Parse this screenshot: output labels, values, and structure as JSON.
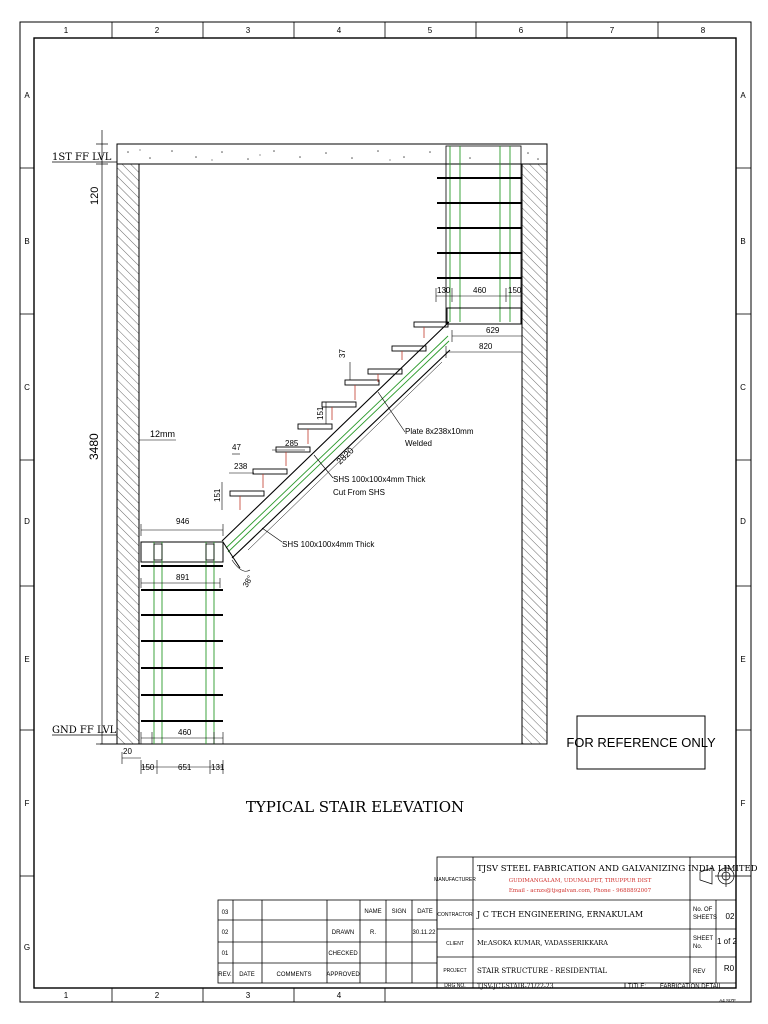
{
  "frame": {
    "columns": [
      "1",
      "2",
      "3",
      "4",
      "5",
      "6",
      "7",
      "8"
    ],
    "rows": [
      "A",
      "B",
      "C",
      "D",
      "E",
      "F",
      "G"
    ]
  },
  "levels": {
    "first_ff": "1ST FF LVL",
    "ground_ff": "GND FF LVL"
  },
  "dimensions": {
    "slab_thickness": "120",
    "height_total": "3480",
    "wall_gap": "12mm",
    "top_landing_left": "130",
    "top_landing_mid": "460",
    "top_landing_right": "150",
    "top_landing_629": "629",
    "top_landing_820": "820",
    "riser_37": "37",
    "riser_151_upper": "151",
    "riser_151_lower": "151",
    "tread_47": "47",
    "tread_238": "238",
    "tread_285": "285",
    "stringer_length": "2820",
    "bottom_landing_946": "946",
    "bottom_landing_891": "891",
    "angle": "38°",
    "bottom_460": "460",
    "bottom_20": "20",
    "bottom_150": "150",
    "bottom_651": "651",
    "bottom_131": "131"
  },
  "notes": {
    "plate_line1": "Plate 8x238x10mm",
    "plate_line2": "Welded",
    "shs_cut_line1": "SHS 100x100x4mm Thick",
    "shs_cut_line2": "Cut From SHS",
    "shs_main": "SHS 100x100x4mm Thick"
  },
  "stamp": "FOR REFERENCE ONLY",
  "drawing_title": "TYPICAL STAIR ELEVATION",
  "title_block": {
    "manufacturer_label": "MANUFACTURER",
    "company_name": "TJSV STEEL FABRICATION AND GALVANIZING INDIA LIMITED",
    "company_address": "GUDIMANGALAM, UDUMALPET, TIRUPPUR DIST",
    "company_contact": "Email - acnzs@tjsgalvan.com, Phone - 9688892007",
    "contractor_label": "CONTRACTOR",
    "contractor_value": "J C TECH ENGINEERING, ERNAKULAM",
    "client_label": "CLIENT",
    "client_value": "Mr.ASOKA KUMAR, VADASSERIKKARA",
    "project_label": "PROJECT",
    "project_value": "STAIR STRUCTURE - RESIDENTIAL",
    "dwg_label": "DRG NO.",
    "dwg_value": "TJSV-JCT-STAIR-71/22-23",
    "title_label": "TITLE:",
    "title_value": "FABRICATION DETAIL",
    "no_of_sheets_label_1": "No. OF",
    "no_of_sheets_label_2": "SHEETS",
    "no_of_sheets_value": "02",
    "sheet_label_1": "SHEET",
    "sheet_label_2": "No.",
    "sheet_value": "1 of 2",
    "rev_label": "REV",
    "rev_value": "R0",
    "a4_label": "A4 SIZE"
  },
  "revision_table": {
    "rows": [
      "03",
      "02",
      "01"
    ],
    "headers": {
      "rev": "REV.",
      "date": "DATE",
      "comments": "COMMENTS",
      "approved": "APPROVED",
      "name": "NAME",
      "sign": "SIGN",
      "date2": "DATE"
    },
    "drawn_label": "DRAWN",
    "checked_label": "CHECKED",
    "drawn_name": "R.",
    "drawn_date": "30.11.22"
  }
}
